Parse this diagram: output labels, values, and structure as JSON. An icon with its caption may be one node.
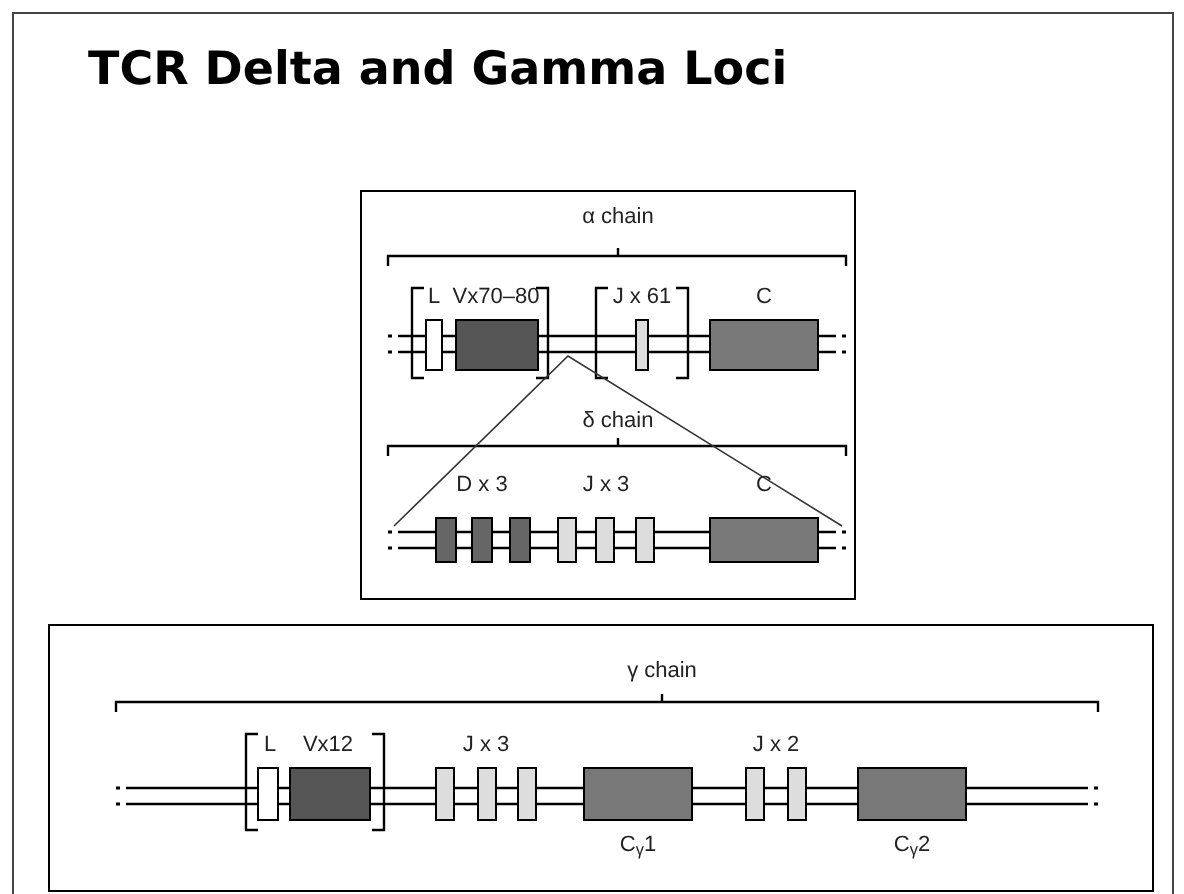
{
  "diagram": {
    "title": "TCR Delta and Gamma Loci",
    "nodes": [
      {
        "text": [
          "α chain",
          "L",
          "Vx70–80",
          "J x 61",
          "C",
          "δ chain",
          "D x 3",
          "J x 3",
          "C"
        ]
      },
      {
        "text": [
          "γ chain",
          "L",
          "Vx12",
          "J x 3",
          "C$_{γ}$1",
          "J x 2",
          "C$_{γ}$2"
        ]
      }
    ],
    "edges": []
  }
}
